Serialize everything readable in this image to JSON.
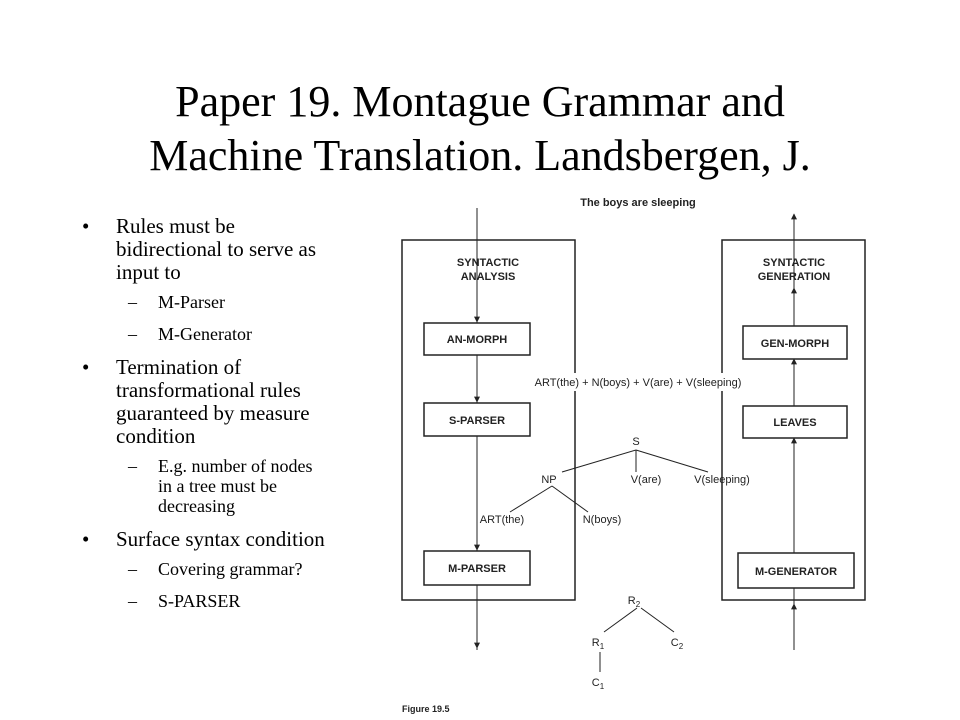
{
  "title": {
    "line1": "Paper 19. Montague Grammar and",
    "line2": "Machine Translation.  Landsbergen, J."
  },
  "bullets": [
    {
      "lines": [
        "Rules must be",
        "bidirectional to serve as",
        "input to"
      ],
      "subs": [
        "M-Parser",
        "M-Generator"
      ]
    },
    {
      "lines": [
        "Termination of",
        "transformational rules",
        "guaranteed by measure",
        "condition"
      ],
      "subs": [
        [
          "E.g. number of nodes",
          "in a tree must be",
          "decreasing"
        ]
      ]
    },
    {
      "lines": [
        "Surface syntax condition"
      ],
      "subs": [
        "Covering grammar?",
        "S-PARSER"
      ]
    }
  ],
  "figure": {
    "top_caption": "The boys are sleeping",
    "left_box": {
      "heading1": "SYNTACTIC",
      "heading2": "ANALYSIS",
      "modules": [
        "AN-MORPH",
        "S-PARSER",
        "M-PARSER"
      ]
    },
    "right_box": {
      "heading1": "SYNTACTIC",
      "heading2": "GENERATION",
      "modules": [
        "GEN-MORPH",
        "LEAVES",
        "M-GENERATOR"
      ]
    },
    "sequence": "ART(the) + N(boys) + V(are) + V(sleeping)",
    "tree": {
      "root": "S",
      "np": "NP",
      "v1": "V(are)",
      "v2": "V(sleeping)",
      "art": "ART(the)",
      "n": "N(boys)"
    },
    "derivation": {
      "r2": "R",
      "r2_sub": "2",
      "r1": "R",
      "r1_sub": "1",
      "c2": "C",
      "c2_sub": "2",
      "c1": "C",
      "c1_sub": "1"
    },
    "caption": "Figure 19.5"
  }
}
